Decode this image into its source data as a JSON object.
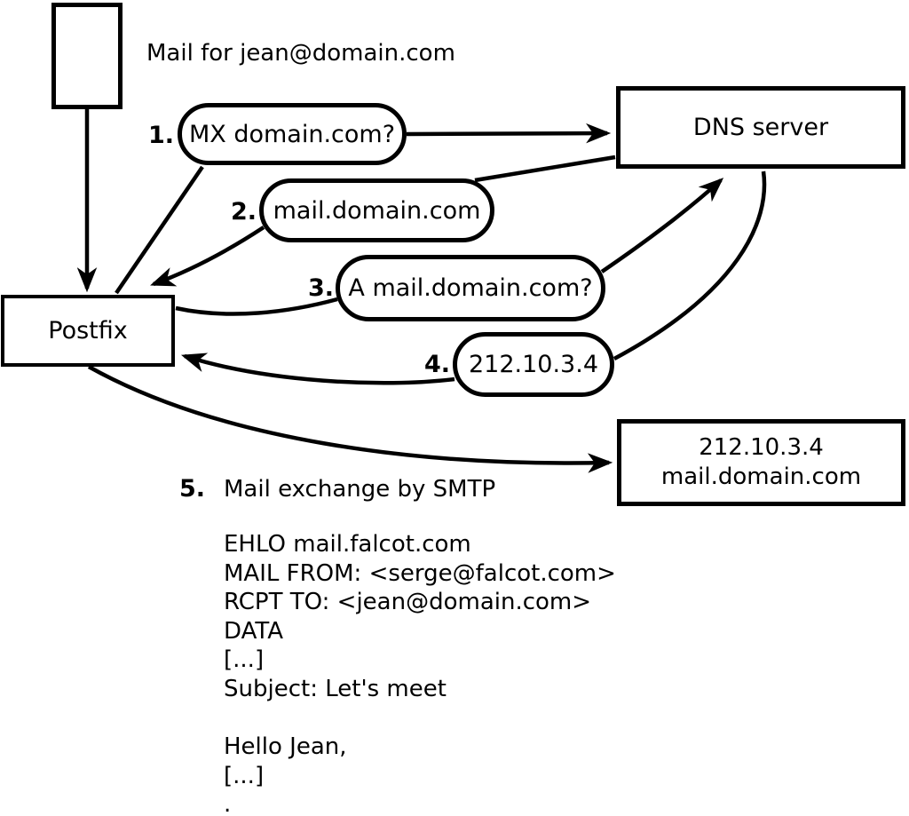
{
  "colors": {
    "ink": "#000000",
    "background": "#ffffff"
  },
  "title": "Mail for jean@domain.com",
  "nodes": {
    "postfix": "Postfix",
    "dns": "DNS server",
    "mailserver_line1": "212.10.3.4",
    "mailserver_line2": "mail.domain.com"
  },
  "steps": [
    {
      "num": "1.",
      "label": "MX domain.com?"
    },
    {
      "num": "2.",
      "label": "mail.domain.com"
    },
    {
      "num": "3.",
      "label": "A mail.domain.com?"
    },
    {
      "num": "4.",
      "label": "212.10.3.4"
    },
    {
      "num": "5.",
      "label": "Mail exchange by SMTP"
    }
  ],
  "smtp_session": "EHLO mail.falcot.com\nMAIL FROM: <serge@falcot.com>\nRCPT TO: <jean@domain.com>\nDATA\n[...]\nSubject: Let's meet\n\nHello Jean,\n[...]\n."
}
